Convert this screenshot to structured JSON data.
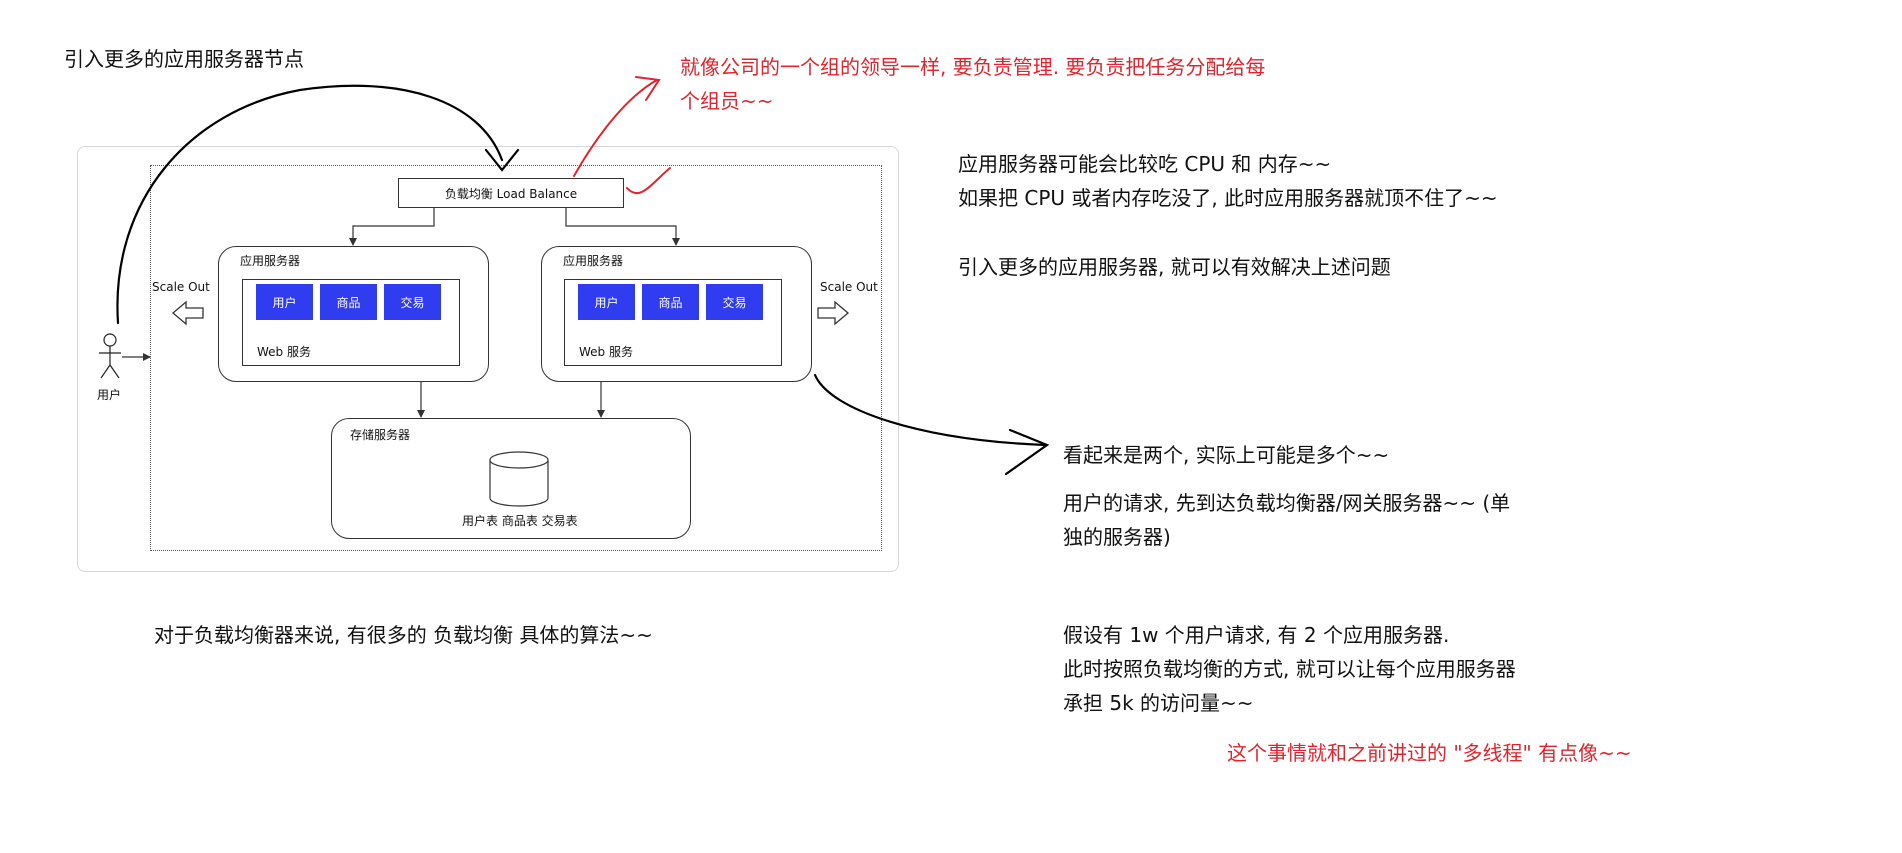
{
  "heading": "引入更多的应用服务器节点",
  "red_note": {
    "line1": "就像公司的一个组的领导一样, 要负责管理. 要负责把任务分配给每",
    "line2": "个组员~~"
  },
  "diagram": {
    "load_balancer": "负载均衡 Load Balance",
    "app_server_left": {
      "title": "应用服务器",
      "modules": [
        "用户",
        "商品",
        "交易"
      ],
      "web_service": "Web 服务"
    },
    "app_server_right": {
      "title": "应用服务器",
      "modules": [
        "用户",
        "商品",
        "交易"
      ],
      "web_service": "Web 服务"
    },
    "scale_out_left": "Scale Out",
    "scale_out_right": "Scale Out",
    "user": "用户",
    "storage": {
      "title": "存储服务器",
      "database": "数据库",
      "tables": "用户表 商品表 交易表"
    },
    "colors": {
      "module_fill": "#2f3cf0",
      "annotation_red": "#e0242c"
    }
  },
  "right_notes": {
    "line1": "应用服务器可能会比较吃 CPU 和 内存~~",
    "line2": "如果把 CPU 或者内存吃没了, 此时应用服务器就顶不住了~~",
    "line3": "引入更多的应用服务器, 就可以有效解决上述问题"
  },
  "mid_notes": {
    "line1": "看起来是两个, 实际上可能是多个~~",
    "line2": "用户的请求, 先到达负载均衡器/网关服务器~~ (单",
    "line3": "独的服务器)"
  },
  "bottom_left_note": "对于负载均衡器来说, 有很多的 负载均衡 具体的算法~~",
  "bottom_right_notes": {
    "line1": "假设有 1w 个用户请求, 有 2 个应用服务器.",
    "line2": "此时按照负载均衡的方式, 就可以让每个应用服务器",
    "line3": "承担 5k 的访问量~~",
    "red_line": "这个事情就和之前讲过的 \"多线程\" 有点像~~"
  }
}
